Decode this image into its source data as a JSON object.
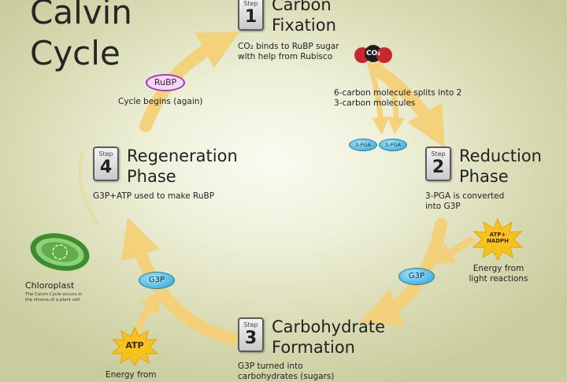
{
  "title": {
    "line1": "Calvin",
    "line2": "Cycle"
  },
  "step_word": "Step",
  "steps": [
    {
      "number": "1",
      "title_line1": "Carbon",
      "title_line2": "Fixation",
      "desc_line1": "CO₂ binds to RuBP sugar",
      "desc_line2": "with help from Rubisco"
    },
    {
      "number": "2",
      "title_line1": "Reduction",
      "title_line2": "Phase",
      "desc_line1": "3-PGA is converted",
      "desc_line2": "into G3P"
    },
    {
      "number": "3",
      "title_line1": "Carbohydrate",
      "title_line2": "Formation",
      "desc_line1": "G3P turned into",
      "desc_line2": "carbohydrates (sugars)"
    },
    {
      "number": "4",
      "title_line1": "Regeneration",
      "title_line2": "Phase",
      "desc_line1": "G3P+ATP used to make RuBP"
    }
  ],
  "rubp": {
    "label": "RuBP",
    "caption": "Cycle begins (again)"
  },
  "co2": {
    "label": "CO₂"
  },
  "split": {
    "line1": "6-carbon molecule splits into 2",
    "line2": "3-carbon molecules"
  },
  "pga": [
    "3-PGA",
    "3-PGA"
  ],
  "g3p": [
    "G3P",
    "G3P"
  ],
  "atp_nadph": {
    "label_line1": "ATP+",
    "label_line2": "NADPH",
    "caption_line1": "Energy from",
    "caption_line2": "light reactions"
  },
  "atp": {
    "label": "ATP",
    "caption_line1": "Energy from"
  },
  "chloroplast": {
    "label": "Chloroplast",
    "caption_line1": "The Calvin Cycle occurs in",
    "caption_line2": "the stroma of a plant cell"
  },
  "colors": {
    "arrow": "#f6cf73",
    "co2_red": "#c8282c",
    "rubp_border": "#a03cb4",
    "pga_blue": "#4bb6e0",
    "starburst": "#f7c21e",
    "chloroplast_green": "#3c8d2e"
  }
}
